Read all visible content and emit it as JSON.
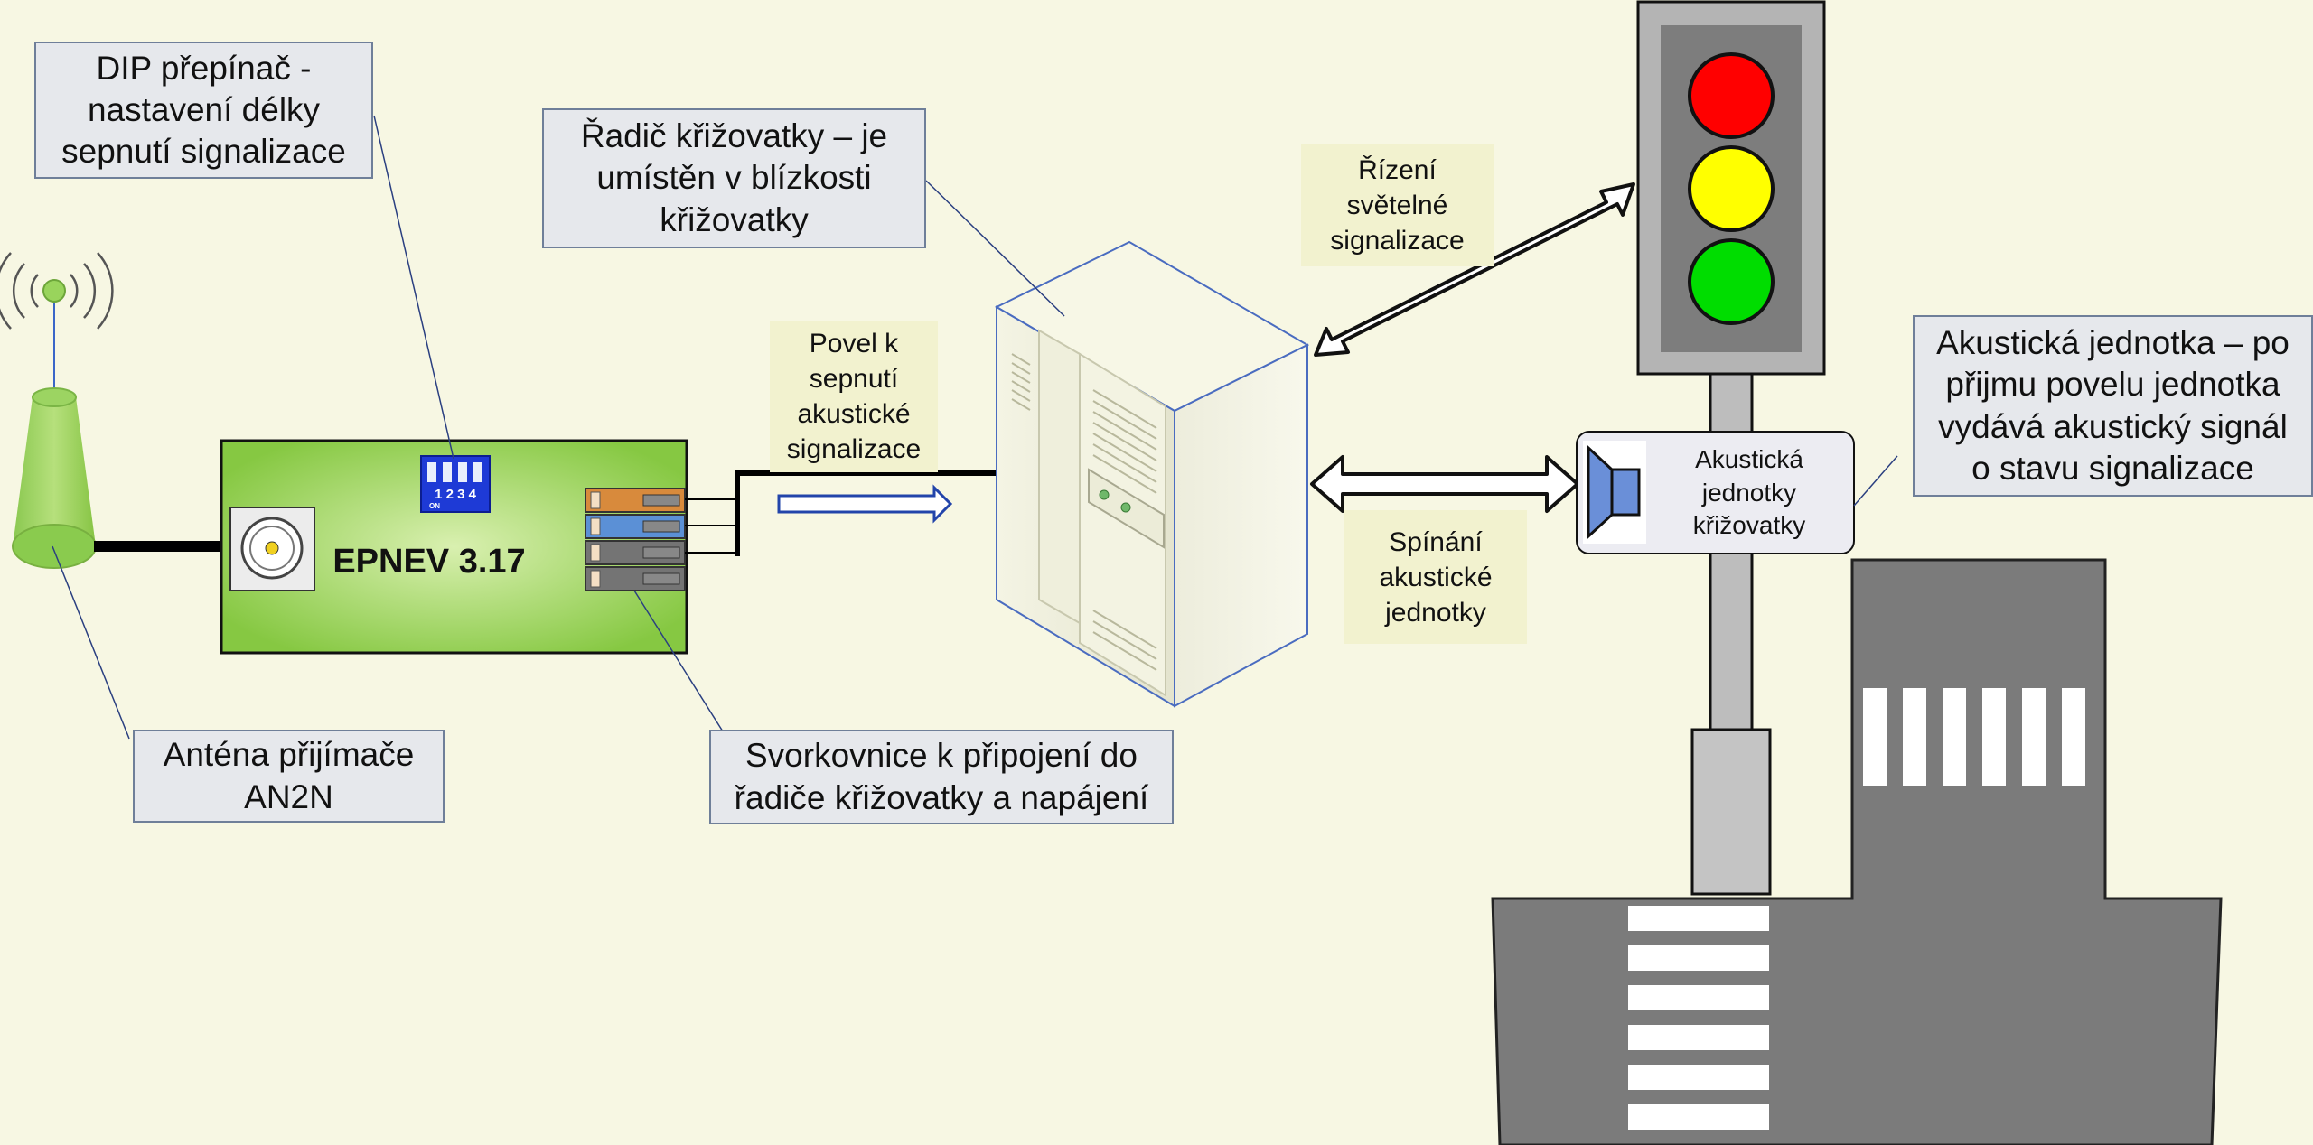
{
  "callouts": {
    "dip": "DIP přepínač -\nnastavení délky\nsepnutí signalizace",
    "controller": "Řadič křižovatky – je\numístěn v blízkosti\nkřižovatky",
    "antenna": "Anténa přijímače\nAN2N",
    "terminal": "Svorkovnice k připojení do\nřadiče křižovatky a napájení",
    "acoustic_unit": "Akustická jednotka – po\npřijmu povelu jednotka\nvydává akustický signál\no stavu signalizace"
  },
  "notes": {
    "command": "Povel k\nsepnutí\nakustické\nsignalizace",
    "light_control": "Řízení\nsvětelné\nsignalizace",
    "acoustic_switching": "Spínání\nakustické\njednotky"
  },
  "device": {
    "name": "EPNEV 3.17",
    "dip_numbers": "1 2 3 4",
    "dip_on": "ON"
  },
  "speaker_box": {
    "label": "Akustická\njednotky\nkřižovatky"
  },
  "colors": {
    "background": "#f7f7e3",
    "board": "#88cc44",
    "road": "#7a7a7a",
    "light_red": "#ff0000",
    "light_yellow": "#ffff00",
    "light_green": "#00dd00",
    "speaker": "#6a8fd8",
    "dip": "#1e3ad6"
  },
  "icons": [
    "antenna-icon",
    "signal-waves-icon",
    "connector-icon",
    "dip-switch-icon",
    "terminal-block-icon",
    "server-icon",
    "double-arrow-icon",
    "speaker-icon",
    "traffic-light-icon",
    "crosswalk-icon"
  ]
}
